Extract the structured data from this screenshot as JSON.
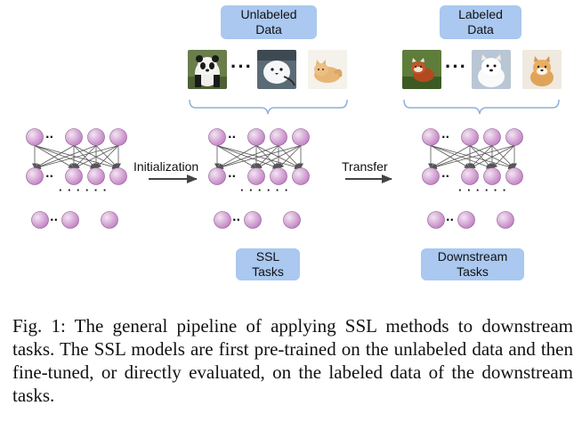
{
  "boxes": {
    "unlabeled_data": "Unlabeled\nData",
    "labeled_data": "Labeled\nData",
    "ssl_tasks": "SSL\nTasks",
    "downstream_tasks": "Downstream\nTasks"
  },
  "arrows": {
    "initialization": "Initialization",
    "transfer": "Transfer"
  },
  "image_groups": {
    "unlabeled": [
      "panda",
      "white-bird",
      "kitten"
    ],
    "labeled": [
      "red-panda",
      "puppy",
      "shiba-dog"
    ],
    "ellipsis": "···"
  },
  "network_ellipsis": "· · · · · ·",
  "caption": "Fig. 1: The general pipeline of applying SSL methods to downstream tasks. The SSL models are first pre-trained on the unlabeled data and then fine-tuned, or directly evaluated, on the labeled data of the downstream tasks.",
  "colors": {
    "box_fill": "#aac8f0",
    "node_light": "#f1dff0",
    "node_dark": "#c27fc4",
    "bracket": "#8fb0d8",
    "edge": "#555555"
  }
}
